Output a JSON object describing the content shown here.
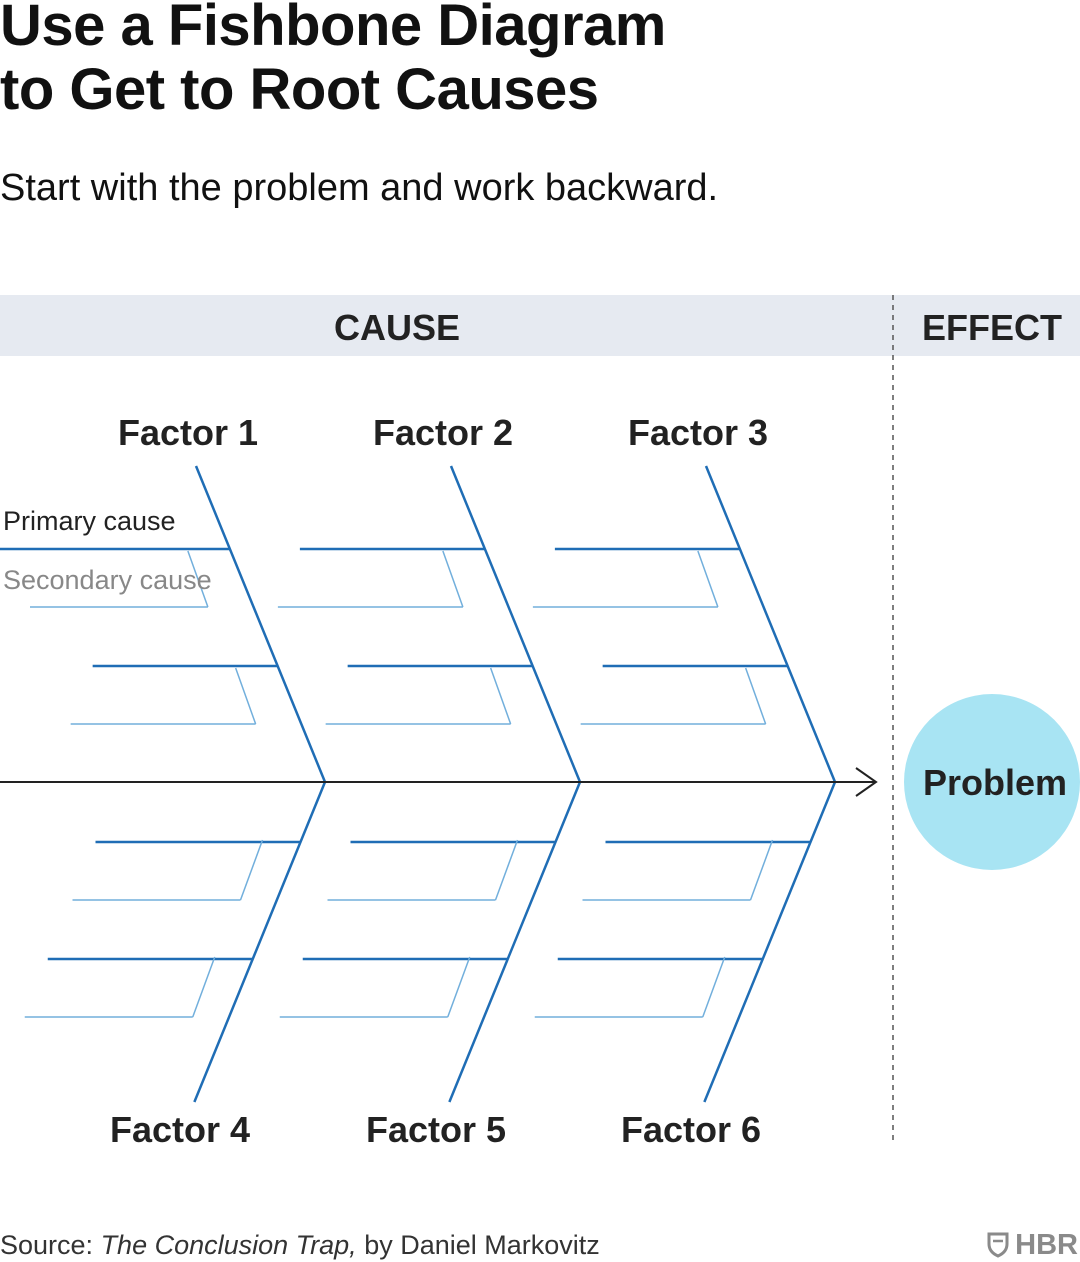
{
  "header": {
    "title_line1": "Use a Fishbone Diagram",
    "title_line2": "to Get to Root Causes",
    "subtitle": "Start with the problem and work backward."
  },
  "diagram": {
    "cause_label": "CAUSE",
    "effect_label": "EFFECT",
    "problem_label": "Problem",
    "legend": {
      "primary": "Primary cause",
      "secondary": "Secondary cause"
    },
    "factors_top": [
      "Factor 1",
      "Factor 2",
      "Factor 3"
    ],
    "factors_bottom": [
      "Factor 4",
      "Factor 5",
      "Factor 6"
    ],
    "colors": {
      "band": "#e6eaf1",
      "primary_line": "#1f6db5",
      "secondary_line": "#72afdc",
      "spine": "#222222",
      "problem_circle": "#a8e4f3"
    }
  },
  "footer": {
    "source_prefix": "Source: ",
    "source_title": "The Conclusion Trap,",
    "source_suffix": " by Daniel Markovitz",
    "logo_text": "HBR",
    "logo_icon": "shield-icon"
  }
}
